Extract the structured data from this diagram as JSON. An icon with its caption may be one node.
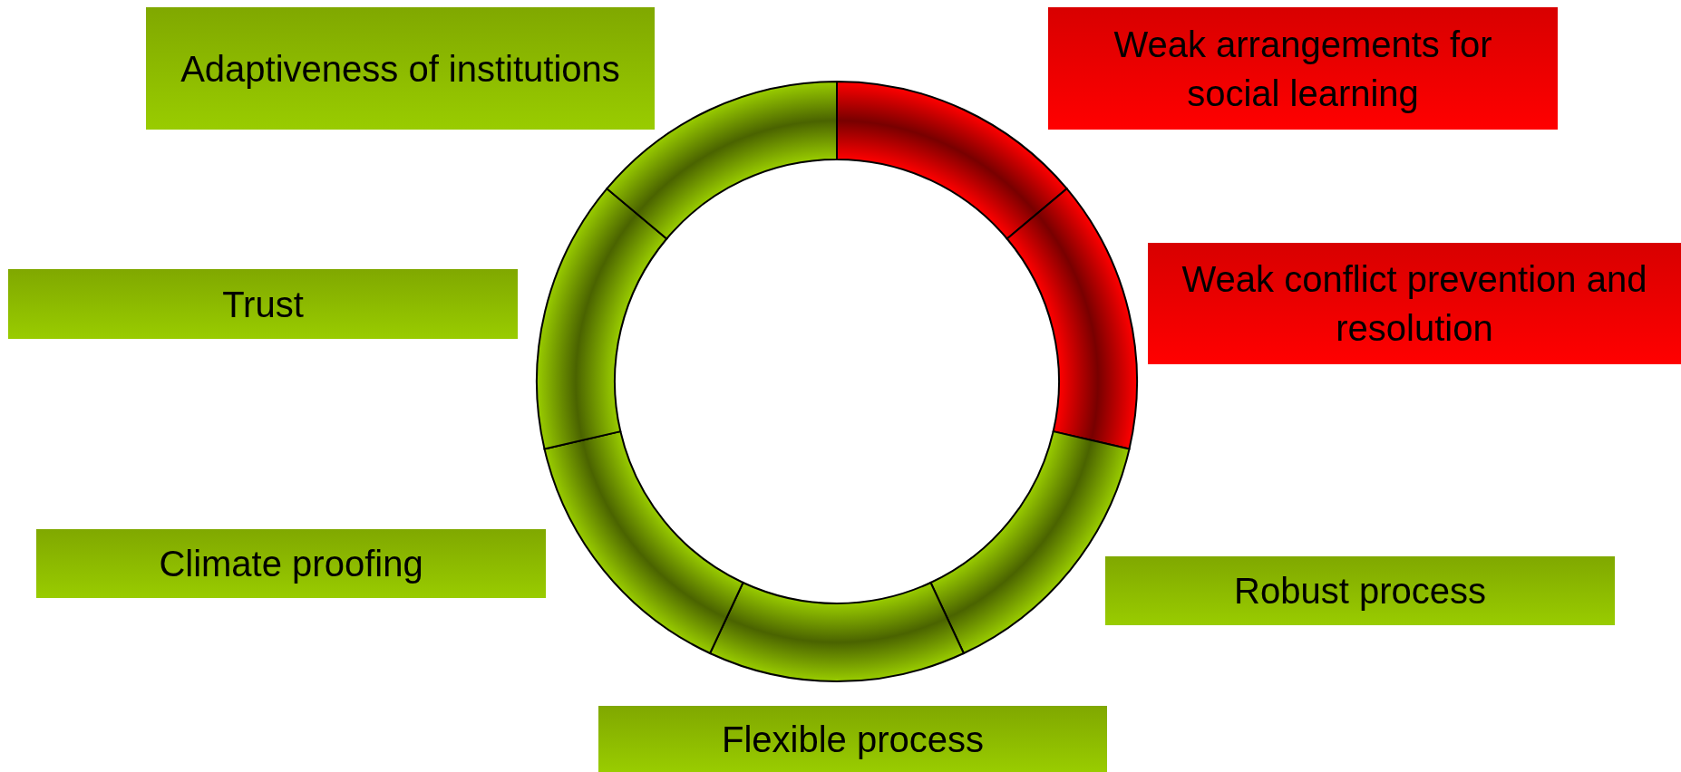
{
  "diagram": {
    "nodes": [
      {
        "text": [
          "Adaptiveness of institutions"
        ]
      },
      {
        "text": [
          "Weak arrangements for social learning"
        ]
      },
      {
        "text": [
          "Trust"
        ]
      },
      {
        "text": [
          "Weak conflict prevention and resolution"
        ]
      },
      {
        "text": [
          "Climate proofing"
        ]
      },
      {
        "text": [
          "Robust process"
        ]
      },
      {
        "text": [
          "Flexible process"
        ]
      }
    ]
  }
}
